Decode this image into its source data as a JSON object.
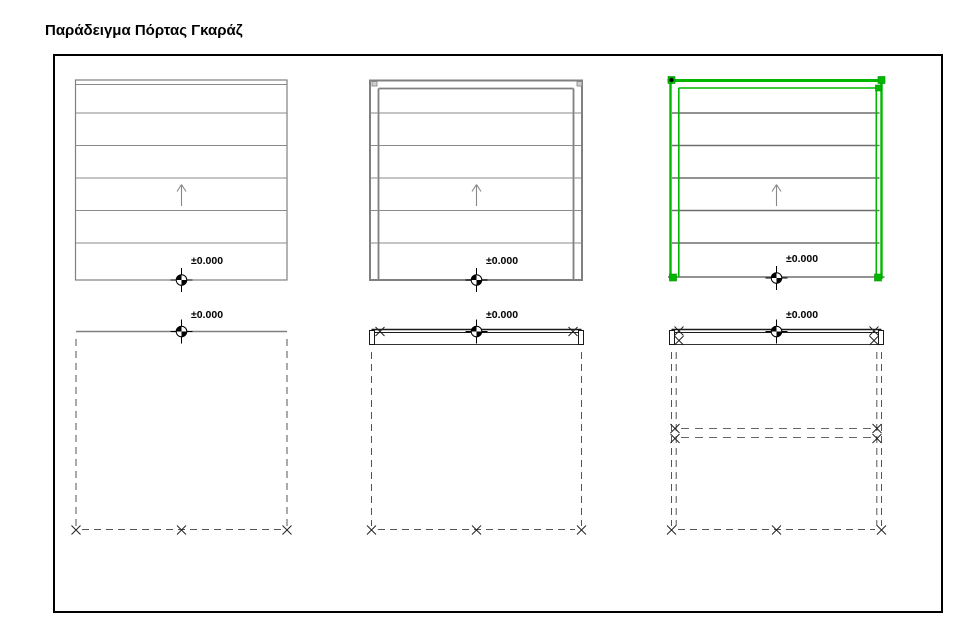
{
  "title": "Παράδειγμα Πόρτας Γκαράζ",
  "drawing": {
    "level_markers": [
      {
        "location": "elevation-1",
        "label": "±0.000"
      },
      {
        "location": "elevation-2",
        "label": "±0.000"
      },
      {
        "location": "elevation-3-selected",
        "label": "±0.000"
      },
      {
        "location": "plan-1",
        "label": "±0.000"
      },
      {
        "location": "plan-2",
        "label": "±0.000"
      },
      {
        "location": "plan-3",
        "label": "±0.000"
      }
    ],
    "colors": {
      "selection_green": "#00b800",
      "door_line_gray": "#808080",
      "slat_gray": "#6e6e6e",
      "dashed_line": "#555555",
      "frame_black": "#000000"
    },
    "icons": {
      "up_arrow": "↑",
      "x_mark": "×",
      "level_marker": "two-quadrant circle benchmark"
    }
  }
}
